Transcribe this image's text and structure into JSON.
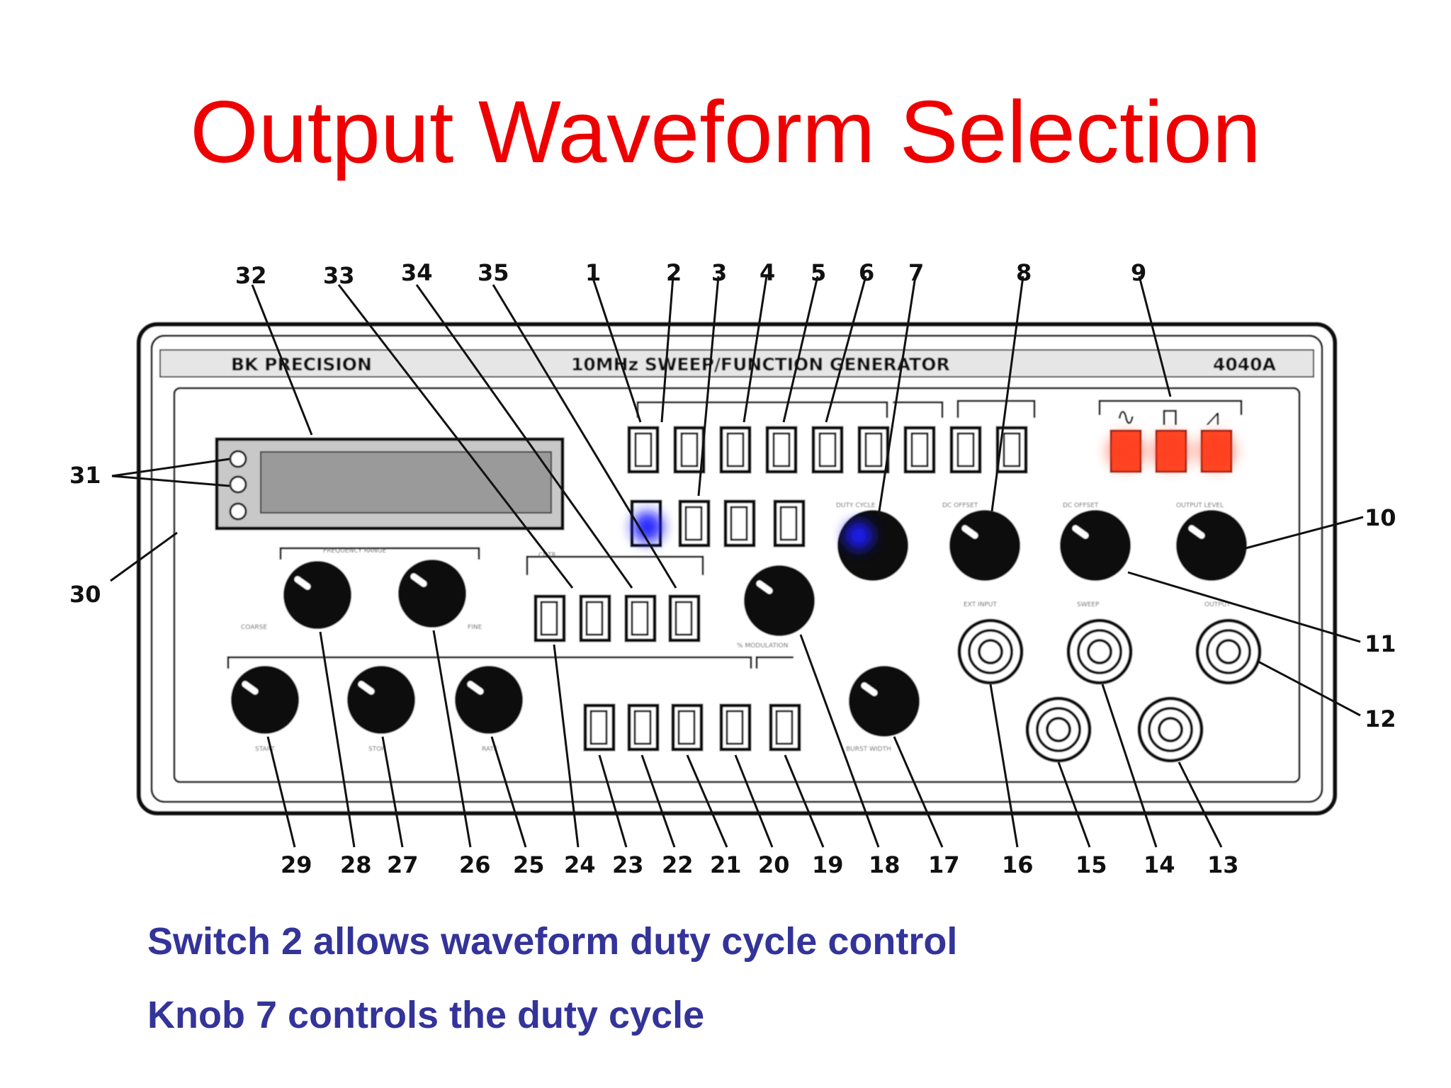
{
  "title": "Output Waveform Selection",
  "panel": {
    "brand": "BK PRECISION",
    "model": "10MHz SWEEP/FUNCTION GENERATOR",
    "model_number": "4040A",
    "waveform_symbols": [
      "∿",
      "⊓",
      "⩘"
    ]
  },
  "callouts": {
    "top": [
      "32",
      "33",
      "34",
      "35",
      "1",
      "2",
      "3",
      "4",
      "5",
      "6",
      "7",
      "8",
      "9"
    ],
    "bottom": [
      "29",
      "28",
      "27",
      "26",
      "25",
      "24",
      "23",
      "22",
      "21",
      "20",
      "19",
      "18",
      "17",
      "16",
      "15",
      "14",
      "13"
    ],
    "left": [
      "31",
      "30"
    ],
    "right": [
      "10",
      "11",
      "12"
    ]
  },
  "highlights": {
    "switch_2_color": "#1a1aff",
    "knob_7_color": "#1a1aff",
    "waveform_buttons_color": "#ff3b1a"
  },
  "captions": [
    "Switch 2 allows waveform duty cycle control",
    "Knob 7 controls the duty cycle"
  ]
}
